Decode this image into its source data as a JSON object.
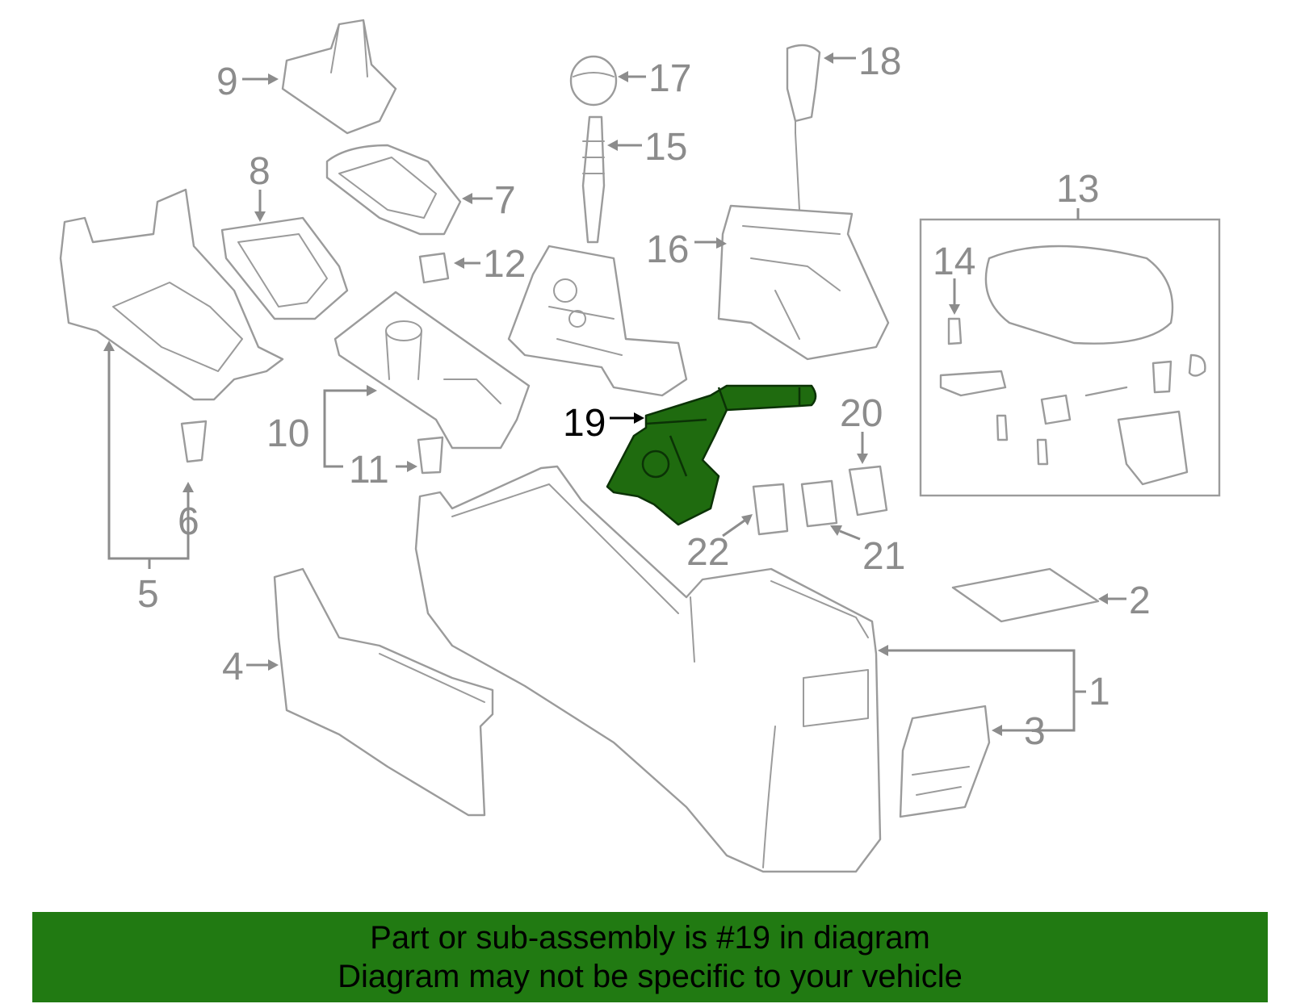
{
  "highlight_color": "#217a12",
  "callouts": {
    "c1": "1",
    "c2": "2",
    "c3": "3",
    "c4": "4",
    "c5": "5",
    "c6": "6",
    "c7": "7",
    "c8": "8",
    "c9": "9",
    "c10": "10",
    "c11": "11",
    "c12": "12",
    "c13": "13",
    "c14": "14",
    "c15": "15",
    "c16": "16",
    "c17": "17",
    "c18": "18",
    "c19": "19",
    "c20": "20",
    "c21": "21",
    "c22": "22"
  },
  "highlighted_part": "19",
  "banner": {
    "line1": "Part or sub-assembly is #19 in diagram",
    "line2": "Diagram may not be specific to your vehicle"
  }
}
